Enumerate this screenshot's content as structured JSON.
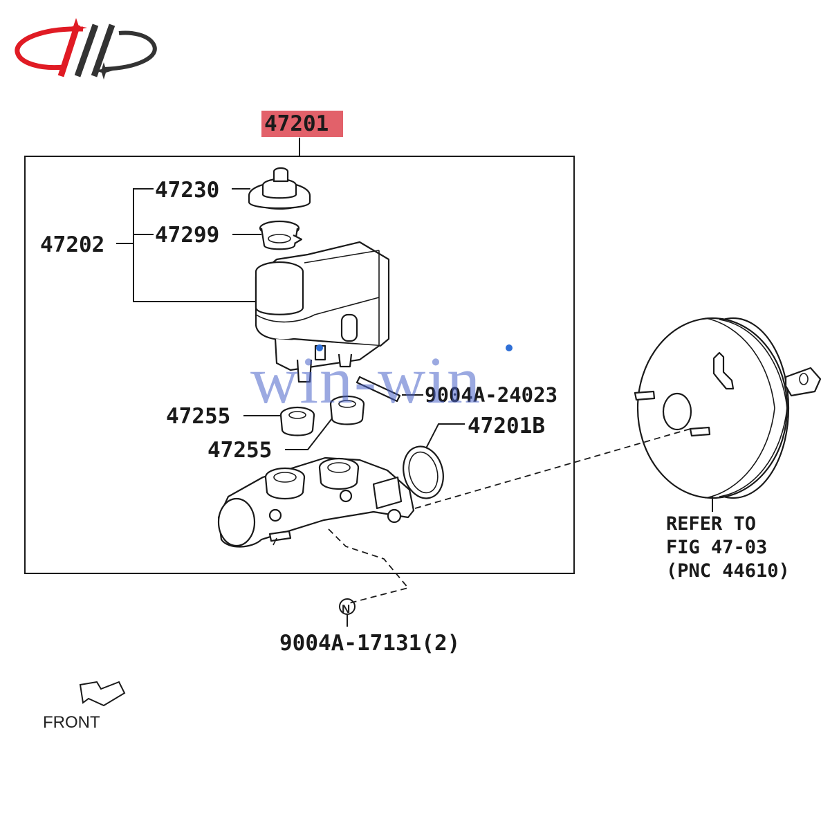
{
  "logo": {
    "color_red": "#e01b24",
    "color_dark": "#333333"
  },
  "title_part": {
    "number": "47201",
    "highlight_color": "#e2616a"
  },
  "labels": {
    "reservoir_cap": "47230",
    "reservoir_sub_assembly": "47202",
    "strainer": "47299",
    "grommet_upper": "47255",
    "grommet_lower": "47255",
    "pin": "9004A-24023",
    "o_ring": "47201B",
    "nut": "9004A-17131(2)"
  },
  "booster_reference": {
    "line1": "REFER  TO",
    "line2": "FIG 47-03",
    "line3": "(PNC  44610)"
  },
  "nut_symbol": "N",
  "front_indicator": {
    "label": "FRONT",
    "icon": "front-arrow-icon"
  },
  "watermark": {
    "text": "win-win",
    "color": "#4a63c9"
  }
}
